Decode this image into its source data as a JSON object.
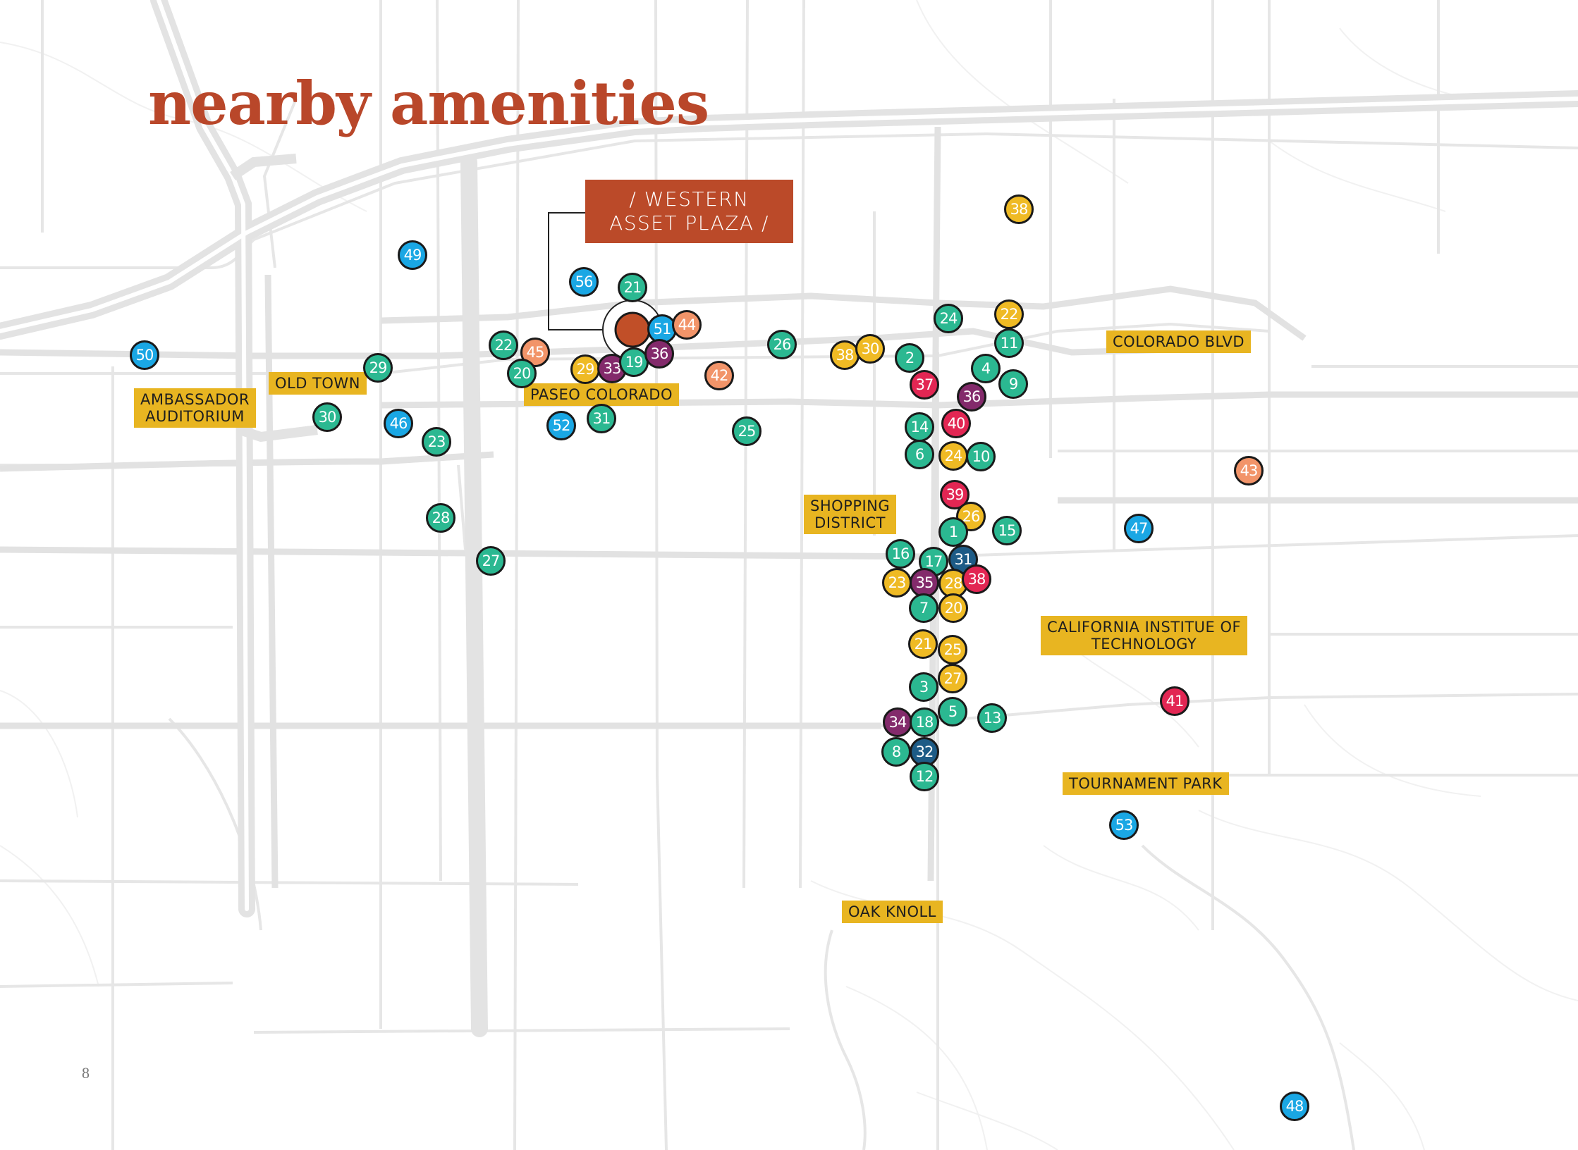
{
  "title": "nearby amenities",
  "page_number": "8",
  "property_label": "/ WESTERN\nASSET PLAZA /",
  "colors": {
    "teal": "#2bb891",
    "blue": "#1aa7e4",
    "yellow": "#efba24",
    "red": "#e22653",
    "purple": "#832a6b",
    "navy": "#1d5b86",
    "peach": "#f29469",
    "brand": "#bb4a29",
    "label": "#e8b521"
  },
  "area_labels": [
    {
      "id": "colorado-blvd",
      "text": "COLORADO BLVD"
    },
    {
      "id": "old-town",
      "text": "OLD TOWN"
    },
    {
      "id": "ambassador-auditorium",
      "text": "AMBASSADOR\nAUDITORIUM"
    },
    {
      "id": "paseo-colorado",
      "text": "PASEO COLORADO"
    },
    {
      "id": "shopping-district",
      "text": "SHOPPING\nDISTRICT"
    },
    {
      "id": "caltech",
      "text": "CALIFORNIA INSTITUE OF\nTECHNOLOGY"
    },
    {
      "id": "tournament-park",
      "text": "TOURNAMENT PARK"
    },
    {
      "id": "oak-knoll",
      "text": "OAK KNOLL"
    }
  ],
  "markers": [
    {
      "n": "49",
      "c": "blue"
    },
    {
      "n": "56",
      "c": "blue"
    },
    {
      "n": "21",
      "c": "teal"
    },
    {
      "n": "51",
      "c": "blue"
    },
    {
      "n": "44",
      "c": "peach"
    },
    {
      "n": "22",
      "c": "teal"
    },
    {
      "n": "45",
      "c": "peach"
    },
    {
      "n": "20",
      "c": "teal"
    },
    {
      "n": "29",
      "c": "yellow"
    },
    {
      "n": "33",
      "c": "purple"
    },
    {
      "n": "19",
      "c": "teal"
    },
    {
      "n": "36",
      "c": "purple"
    },
    {
      "n": "31",
      "c": "teal"
    },
    {
      "n": "52",
      "c": "blue"
    },
    {
      "n": "42",
      "c": "peach"
    },
    {
      "n": "26",
      "c": "teal"
    },
    {
      "n": "25",
      "c": "teal"
    },
    {
      "n": "50",
      "c": "blue"
    },
    {
      "n": "29",
      "c": "teal"
    },
    {
      "n": "30",
      "c": "teal"
    },
    {
      "n": "46",
      "c": "blue"
    },
    {
      "n": "23",
      "c": "teal"
    },
    {
      "n": "28",
      "c": "teal"
    },
    {
      "n": "27",
      "c": "teal"
    },
    {
      "n": "38",
      "c": "yellow"
    },
    {
      "n": "38",
      "c": "yellow"
    },
    {
      "n": "30",
      "c": "yellow"
    },
    {
      "n": "2",
      "c": "teal"
    },
    {
      "n": "24",
      "c": "teal"
    },
    {
      "n": "22",
      "c": "yellow"
    },
    {
      "n": "11",
      "c": "teal"
    },
    {
      "n": "4",
      "c": "teal"
    },
    {
      "n": "9",
      "c": "teal"
    },
    {
      "n": "37",
      "c": "red"
    },
    {
      "n": "36",
      "c": "purple"
    },
    {
      "n": "14",
      "c": "teal"
    },
    {
      "n": "40",
      "c": "red"
    },
    {
      "n": "6",
      "c": "teal"
    },
    {
      "n": "24",
      "c": "yellow"
    },
    {
      "n": "10",
      "c": "teal"
    },
    {
      "n": "43",
      "c": "peach"
    },
    {
      "n": "39",
      "c": "red"
    },
    {
      "n": "26",
      "c": "yellow"
    },
    {
      "n": "1",
      "c": "teal"
    },
    {
      "n": "15",
      "c": "teal"
    },
    {
      "n": "47",
      "c": "blue"
    },
    {
      "n": "16",
      "c": "teal"
    },
    {
      "n": "17",
      "c": "teal"
    },
    {
      "n": "31",
      "c": "navy"
    },
    {
      "n": "23",
      "c": "yellow"
    },
    {
      "n": "35",
      "c": "purple"
    },
    {
      "n": "28",
      "c": "yellow"
    },
    {
      "n": "38",
      "c": "red"
    },
    {
      "n": "7",
      "c": "teal"
    },
    {
      "n": "20",
      "c": "yellow"
    },
    {
      "n": "21",
      "c": "yellow"
    },
    {
      "n": "25",
      "c": "yellow"
    },
    {
      "n": "27",
      "c": "yellow"
    },
    {
      "n": "3",
      "c": "teal"
    },
    {
      "n": "5",
      "c": "teal"
    },
    {
      "n": "13",
      "c": "teal"
    },
    {
      "n": "34",
      "c": "purple"
    },
    {
      "n": "18",
      "c": "teal"
    },
    {
      "n": "8",
      "c": "teal"
    },
    {
      "n": "32",
      "c": "navy"
    },
    {
      "n": "12",
      "c": "teal"
    },
    {
      "n": "41",
      "c": "red"
    },
    {
      "n": "53",
      "c": "blue"
    },
    {
      "n": "48",
      "c": "blue"
    }
  ]
}
